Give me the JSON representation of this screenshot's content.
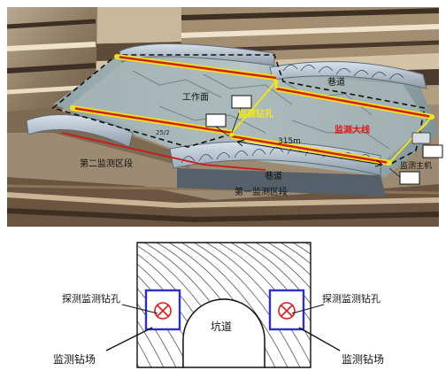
{
  "top_diagram": {
    "labels": {
      "gongzuomian": "工作面",
      "hangdao_top": "巷道",
      "hangdao_bottom": "巷道",
      "jiance_zuankong": "监测钻孔",
      "jiance_daxian": "监测大线",
      "length": "315m",
      "second_zone": "第二监测区段",
      "first_zone": "第一监测区段",
      "host": "监测主机",
      "small_label": "25/2"
    },
    "colors": {
      "borehole_line": "#d21e1e",
      "borehole_outline": "#f2e21a",
      "text_red": "#e01818",
      "text_yellow": "#f3e81c",
      "text_dark": "#111111"
    }
  },
  "bottom_diagram": {
    "labels": {
      "borehole_left": "探测监测钻孔",
      "borehole_right": "探测监测钻孔",
      "tunnel": "坑道",
      "site_left": "监测钻场",
      "site_right": "监测钻场"
    },
    "colors": {
      "box": "#2d2fc9",
      "marker": "#e01c1c",
      "outline": "#111111",
      "hatch": "#555555"
    }
  }
}
